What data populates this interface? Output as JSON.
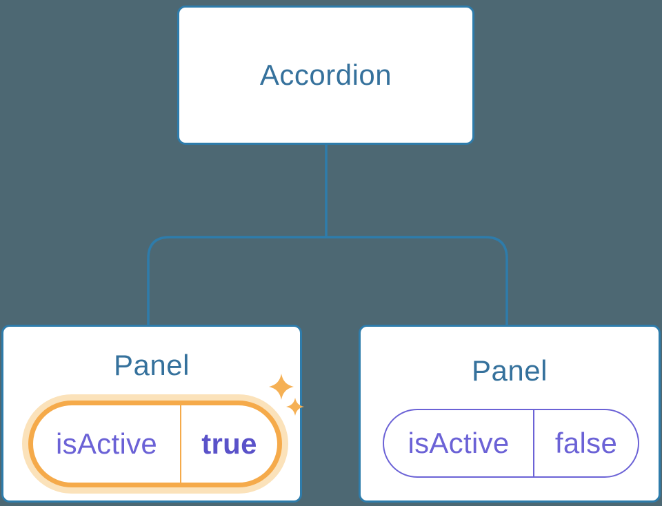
{
  "tree": {
    "root": {
      "label": "Accordion"
    },
    "children": [
      {
        "label": "Panel",
        "prop_name": "isActive",
        "prop_value": "true",
        "highlighted": true
      },
      {
        "label": "Panel",
        "prop_name": "isActive",
        "prop_value": "false",
        "highlighted": false
      }
    ]
  },
  "icons": {
    "sparkles": "sparkles-icon (two four-pointed stars marking updated state)"
  },
  "colors": {
    "background": "#4d6873",
    "connector_blue": "#2e7cab",
    "node_label_blue": "#35719c",
    "state_purple": "#6b62d6",
    "state_value_purple": "#5a52c9",
    "highlight_orange": "#f5aa4a",
    "highlight_glow": "#fbe2ba",
    "sparkle_orange": "#f5b054",
    "node_background": "#ffffff"
  }
}
